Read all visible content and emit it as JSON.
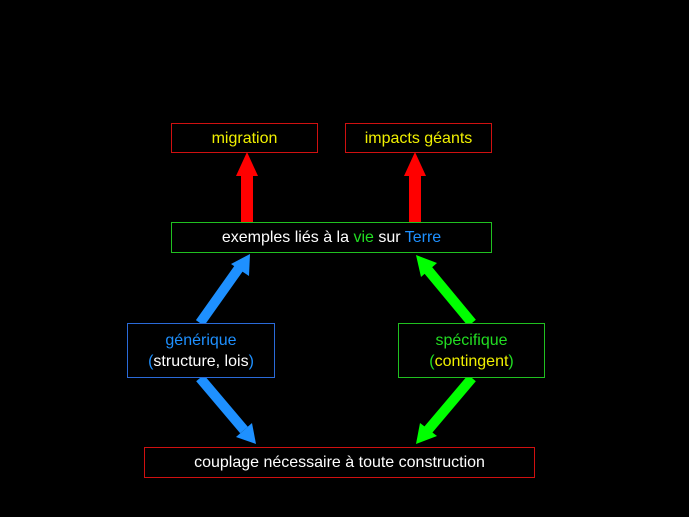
{
  "diagram": {
    "migration": "migration",
    "impacts": "impacts géants",
    "exemples": {
      "part1": "exemples liés à la ",
      "vie": "vie",
      "part2": " sur ",
      "terre": "Terre"
    },
    "generique": {
      "title": "générique",
      "open_paren": "(",
      "detail": "structure, lois",
      "close_paren": ")"
    },
    "specifique": {
      "title": "spécifique",
      "open_paren": "(",
      "detail": "contingent",
      "close_paren": ")"
    },
    "couplage": "couplage nécessaire à toute construction"
  },
  "colors": {
    "background": "#000000",
    "red_arrow": "#ff0000",
    "blue_arrow": "#1e90ff",
    "green_arrow": "#00ff00",
    "yellow_text": "#f0f000",
    "green_text": "#22dd22",
    "blue_text": "#1e90ff"
  }
}
